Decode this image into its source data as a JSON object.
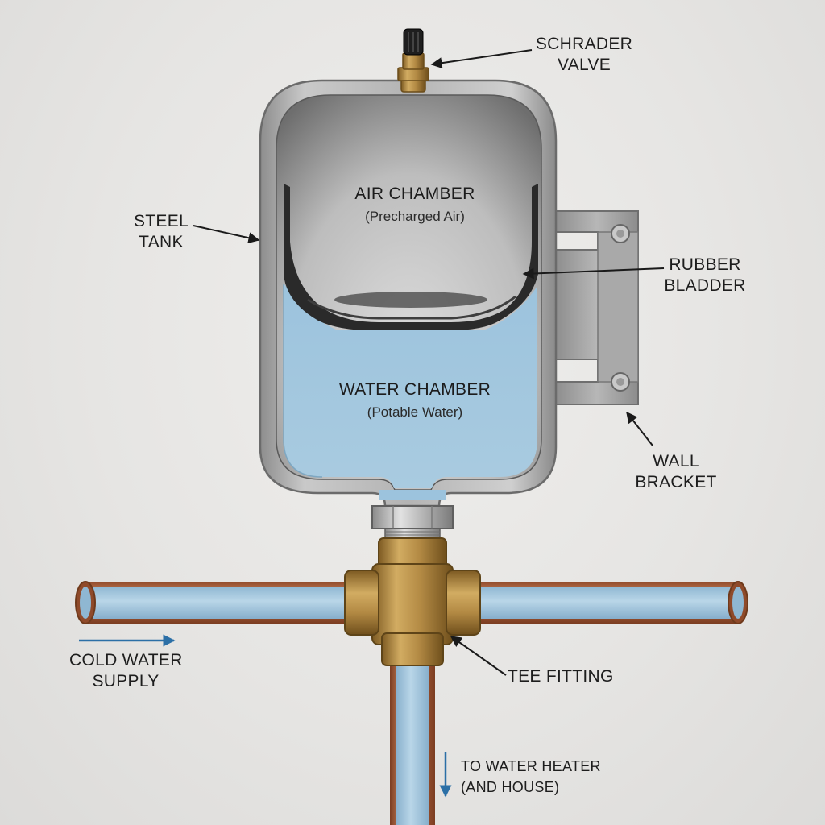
{
  "labels": {
    "schrader_valve": [
      "SCHRADER",
      "VALVE"
    ],
    "steel_tank": [
      "STEEL",
      "TANK"
    ],
    "air_chamber": {
      "title": "AIR CHAMBER",
      "subtitle": "(Precharged Air)"
    },
    "rubber_bladder": [
      "RUBBER",
      "BLADDER"
    ],
    "water_chamber": {
      "title": "WATER CHAMBER",
      "subtitle": "(Potable Water)"
    },
    "wall_bracket": [
      "WALL",
      "BRACKET"
    ],
    "cold_water_supply": [
      "COLD WATER",
      "SUPPLY"
    ],
    "tee_fitting": "TEE FITTING",
    "to_water_heater": [
      "TO WATER HEATER",
      "(AND HOUSE)"
    ]
  },
  "colors": {
    "water": "#a9c9de",
    "copper": "#b5643d",
    "brass": "#b38a44",
    "steel": "#9a9a9a",
    "arrow_blue": "#2b6fa6"
  }
}
